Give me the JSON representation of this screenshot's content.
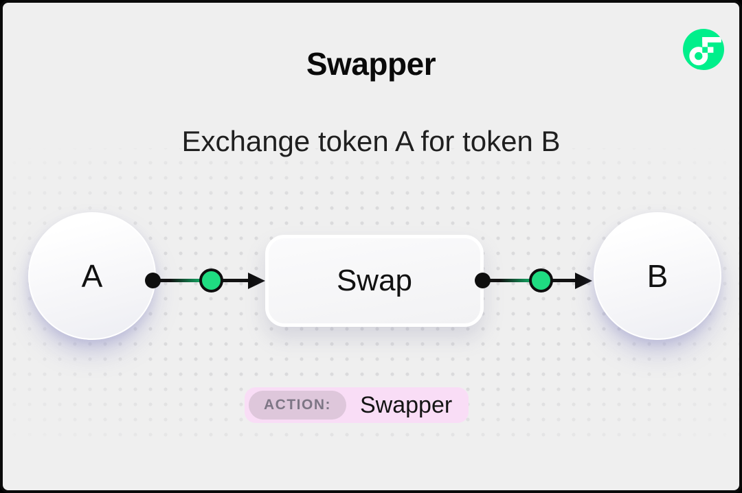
{
  "frame": {
    "background_color": "#efefef",
    "border_color": "#0a0a0a"
  },
  "header": {
    "title": "Swapper",
    "subtitle": "Exchange token A for token B"
  },
  "logo": {
    "icon": "flow-logo",
    "circle_color": "#00EF8B",
    "glyph_color": "#ffffff"
  },
  "diagram": {
    "nodes": [
      {
        "id": "token-a",
        "label": "A",
        "type": "token-circle"
      },
      {
        "id": "swap",
        "label": "Swap",
        "type": "process-box"
      },
      {
        "id": "token-b",
        "label": "B",
        "type": "token-circle"
      }
    ],
    "connectors": [
      {
        "from": "token-a",
        "to": "swap",
        "style": "dot-greencircle-arrow"
      },
      {
        "from": "swap",
        "to": "token-b",
        "style": "dot-greencircle-arrow"
      }
    ],
    "connector_green": "#1FDC81",
    "connector_black": "#0E0E0E"
  },
  "badge": {
    "label": "ACTION:",
    "value": "Swapper",
    "background": "#F9DDF6",
    "label_background": "#DEC7DB"
  }
}
